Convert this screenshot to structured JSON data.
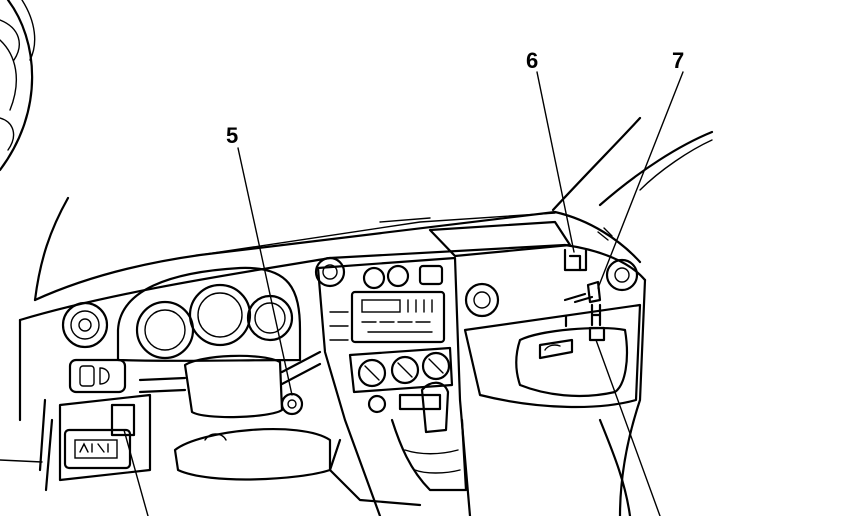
{
  "callouts": {
    "label_5": "5",
    "label_6": "6",
    "label_7": "7"
  }
}
